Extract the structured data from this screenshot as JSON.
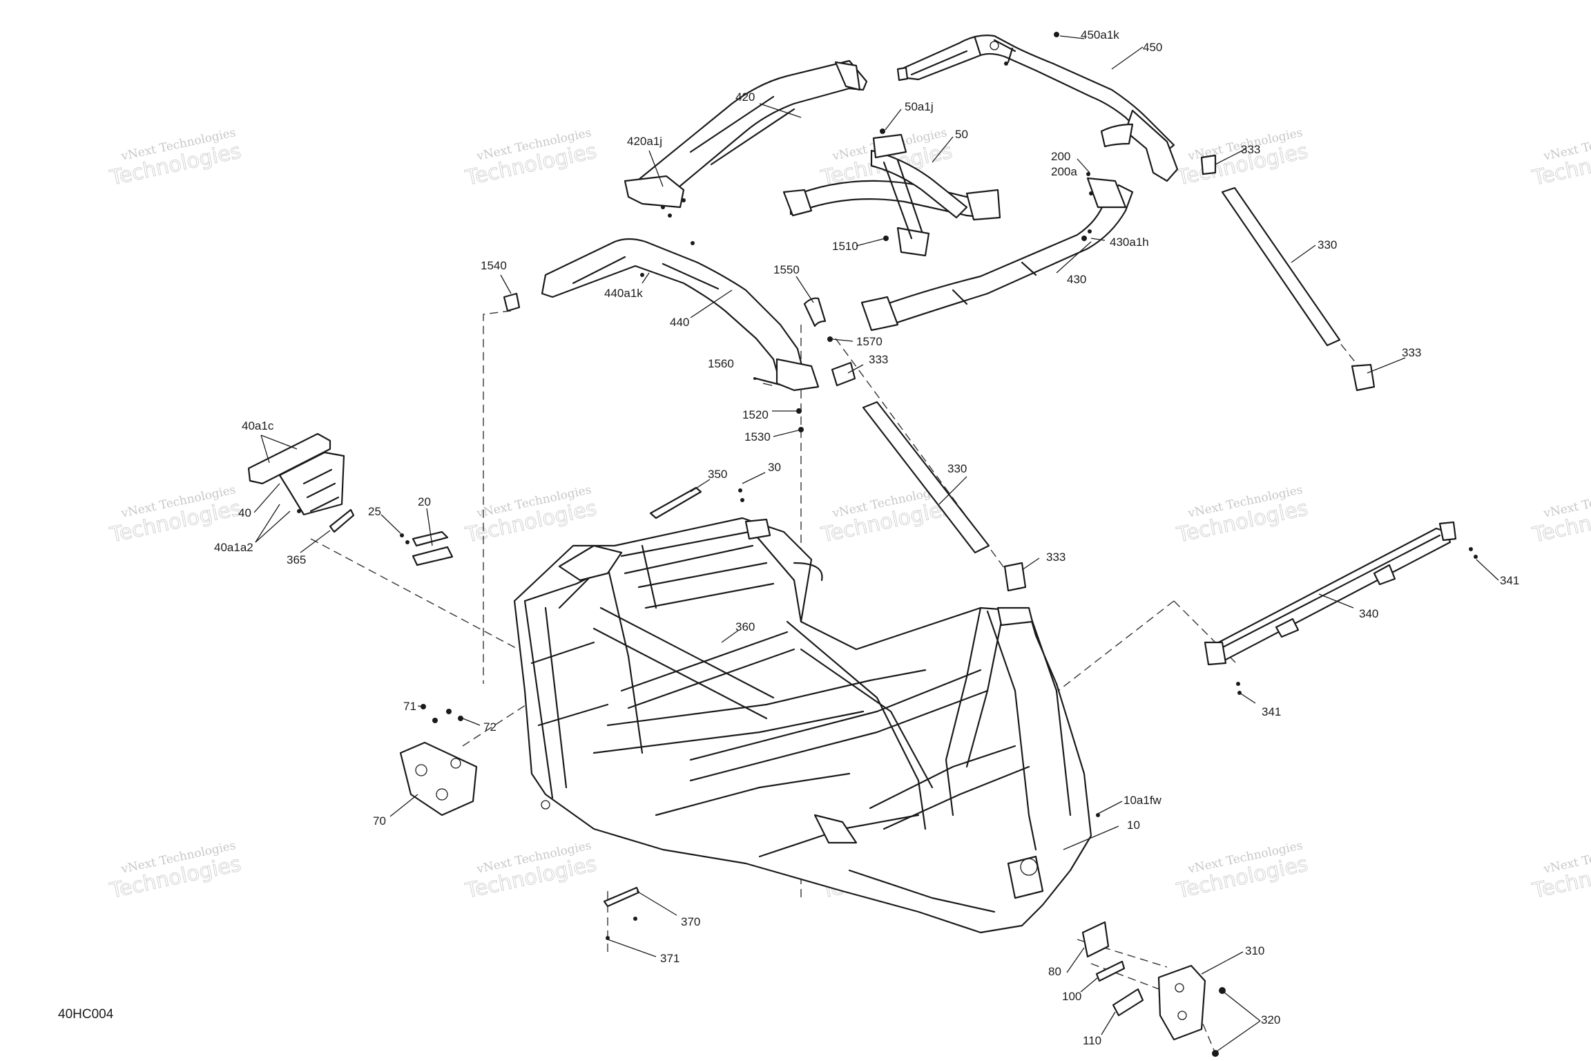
{
  "diagram_code": "40HC004",
  "watermark": {
    "line1": "vNext Technologies",
    "line2": "Technologies"
  },
  "callouts": [
    {
      "id": "c-450a1k",
      "text": "450a1k"
    },
    {
      "id": "c-450",
      "text": "450"
    },
    {
      "id": "c-420",
      "text": "420"
    },
    {
      "id": "c-420a1j",
      "text": "420a1j"
    },
    {
      "id": "c-50a1j",
      "text": "50a1j"
    },
    {
      "id": "c-50",
      "text": "50"
    },
    {
      "id": "c-200",
      "text": "200"
    },
    {
      "id": "c-200a",
      "text": "200a"
    },
    {
      "id": "c-333-a",
      "text": "333"
    },
    {
      "id": "c-430a1h",
      "text": "430a1h"
    },
    {
      "id": "c-1510",
      "text": "1510"
    },
    {
      "id": "c-430",
      "text": "430"
    },
    {
      "id": "c-330-a",
      "text": "330"
    },
    {
      "id": "c-1540",
      "text": "1540"
    },
    {
      "id": "c-440a1k",
      "text": "440a1k"
    },
    {
      "id": "c-1550",
      "text": "1550"
    },
    {
      "id": "c-440",
      "text": "440"
    },
    {
      "id": "c-1570",
      "text": "1570"
    },
    {
      "id": "c-333-b",
      "text": "333"
    },
    {
      "id": "c-1560",
      "text": "1560"
    },
    {
      "id": "c-333-c",
      "text": "333"
    },
    {
      "id": "c-1520",
      "text": "1520"
    },
    {
      "id": "c-1530",
      "text": "1530"
    },
    {
      "id": "c-40a1c",
      "text": "40a1c"
    },
    {
      "id": "c-330-b",
      "text": "330"
    },
    {
      "id": "c-350",
      "text": "350"
    },
    {
      "id": "c-30",
      "text": "30"
    },
    {
      "id": "c-40",
      "text": "40"
    },
    {
      "id": "c-25",
      "text": "25"
    },
    {
      "id": "c-20",
      "text": "20"
    },
    {
      "id": "c-40a1a2",
      "text": "40a1a2"
    },
    {
      "id": "c-365",
      "text": "365"
    },
    {
      "id": "c-333-d",
      "text": "333"
    },
    {
      "id": "c-341-a",
      "text": "341"
    },
    {
      "id": "c-340",
      "text": "340"
    },
    {
      "id": "c-360",
      "text": "360"
    },
    {
      "id": "c-341-b",
      "text": "341"
    },
    {
      "id": "c-71",
      "text": "71"
    },
    {
      "id": "c-72",
      "text": "72"
    },
    {
      "id": "c-70",
      "text": "70"
    },
    {
      "id": "c-10a1fw",
      "text": "10a1fw"
    },
    {
      "id": "c-10",
      "text": "10"
    },
    {
      "id": "c-370",
      "text": "370"
    },
    {
      "id": "c-371",
      "text": "371"
    },
    {
      "id": "c-310",
      "text": "310"
    },
    {
      "id": "c-80",
      "text": "80"
    },
    {
      "id": "c-100",
      "text": "100"
    },
    {
      "id": "c-320",
      "text": "320"
    },
    {
      "id": "c-110",
      "text": "110"
    }
  ]
}
